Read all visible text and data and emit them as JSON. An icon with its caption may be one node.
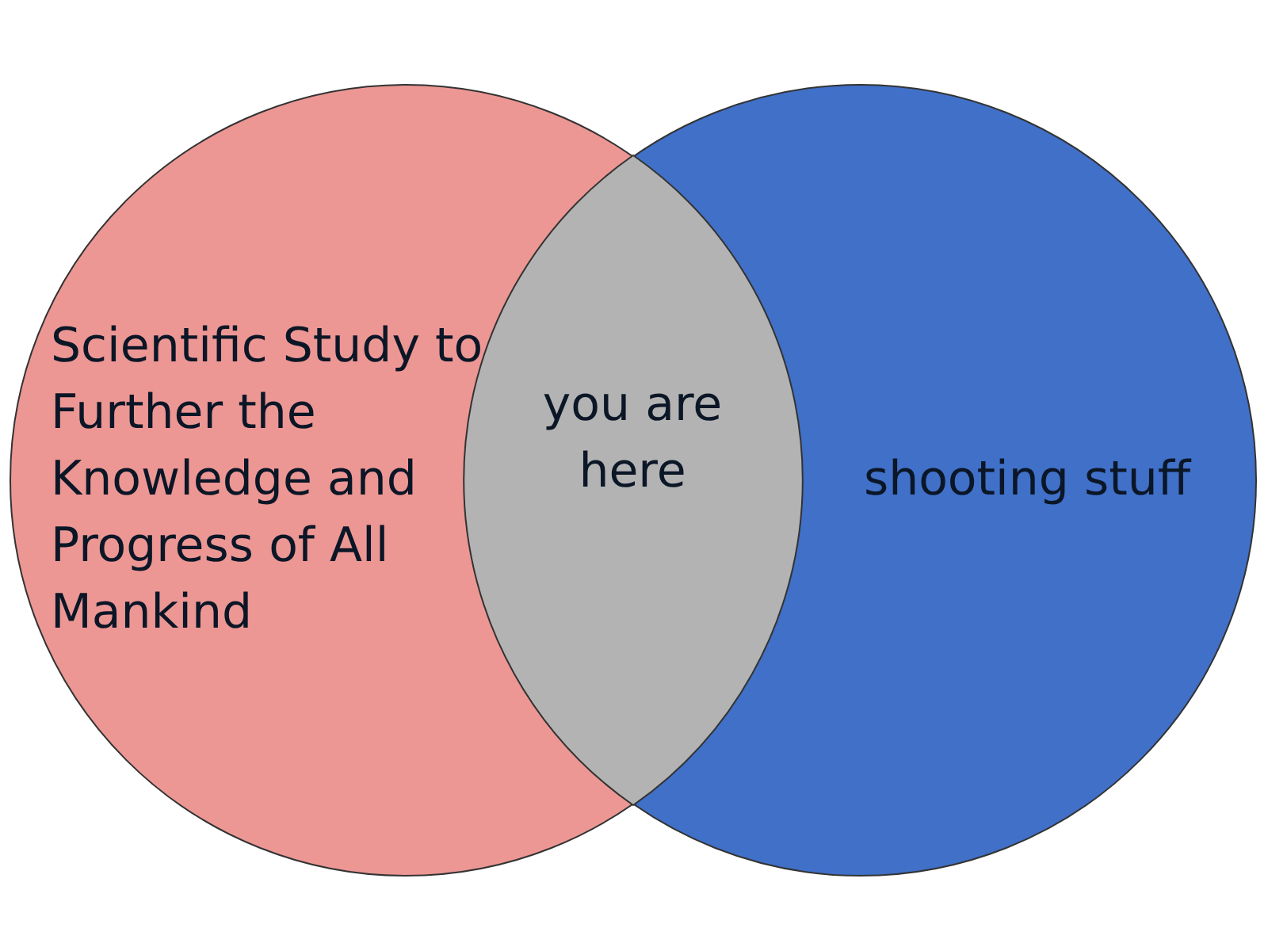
{
  "diagram": {
    "nodes": [
      {
        "text": [
          "Scientific Study to Further the Knowledge and Progress of All Mankind"
        ]
      },
      {
        "text": [
          "you are here"
        ]
      },
      {
        "text": [
          "shooting stuff"
        ]
      }
    ]
  }
}
